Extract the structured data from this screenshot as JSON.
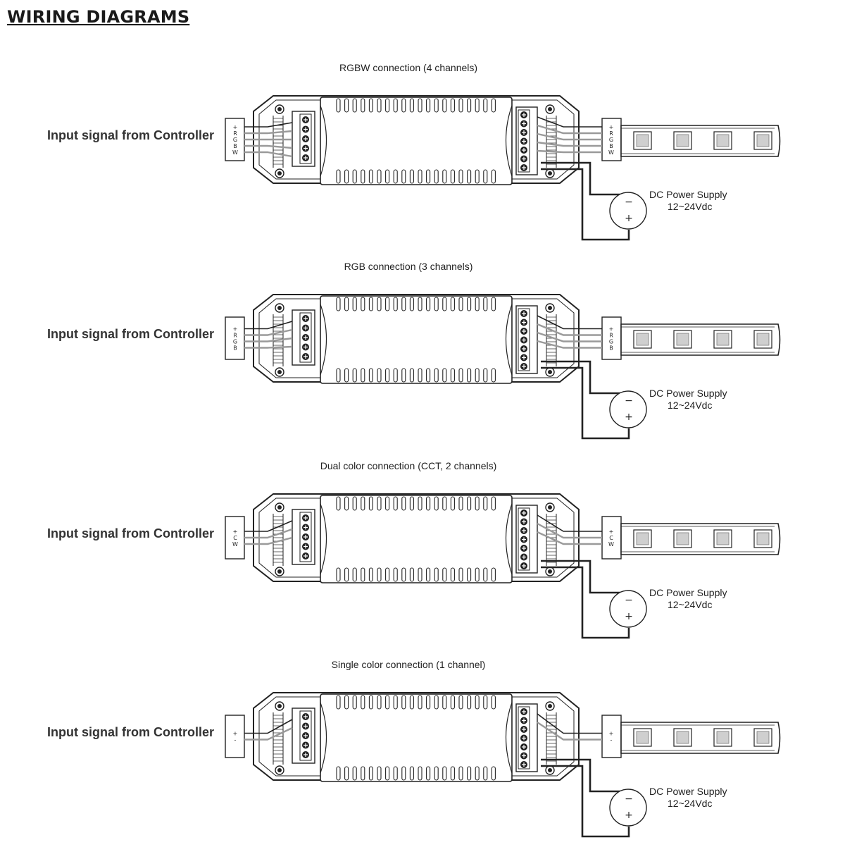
{
  "page": {
    "title": "WIRING DIAGRAMS"
  },
  "diagrams": [
    {
      "caption": "RGBW connection (4 channels)",
      "input_label": "Input signal from Controller",
      "connector_pins": [
        "+",
        "R",
        "G",
        "B",
        "W"
      ],
      "psu": {
        "label": "DC Power Supply",
        "voltage": "12~24Vdc",
        "minus": "−",
        "plus": "+"
      }
    },
    {
      "caption": "RGB connection  (3 channels)",
      "input_label": "Input signal from Controller",
      "connector_pins": [
        "+",
        "R",
        "G",
        "B"
      ],
      "psu": {
        "label": "DC Power Supply",
        "voltage": "12~24Vdc",
        "minus": "−",
        "plus": "+"
      }
    },
    {
      "caption": "Dual color connection  (CCT, 2 channels)",
      "input_label": "Input signal from Controller",
      "connector_pins": [
        "+",
        "C",
        "W"
      ],
      "psu": {
        "label": "DC Power Supply",
        "voltage": "12~24Vdc",
        "minus": "−",
        "plus": "+"
      }
    },
    {
      "caption": "Single color connection  (1 channel)",
      "input_label": "Input signal from Controller",
      "connector_pins": [
        "+",
        "-"
      ],
      "psu": {
        "label": "DC Power Supply",
        "voltage": "12~24Vdc",
        "minus": "−",
        "plus": "+"
      }
    }
  ],
  "colors": {
    "line": "#222222",
    "wire_light": "#9a9a9a",
    "led": "#cfcfcf"
  }
}
